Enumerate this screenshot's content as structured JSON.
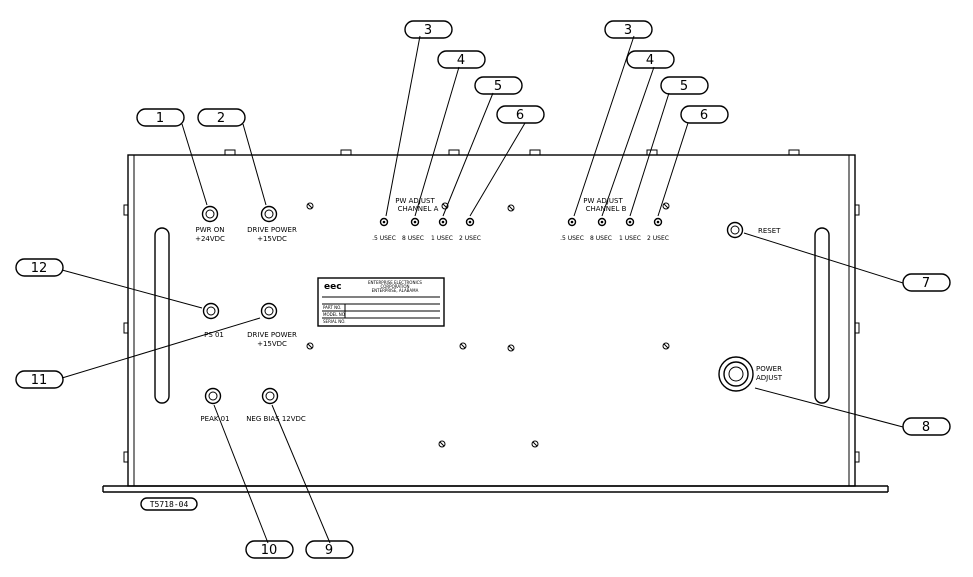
{
  "diagram": {
    "figure_id": "T5718-04",
    "connector_labels": {
      "pwr_on": [
        "PWR ON",
        "+24VDC"
      ],
      "drive_power_top": [
        "DRIVE POWER",
        "+15VDC"
      ],
      "ps_01": "PS 01",
      "drive_power_mid": [
        "DRIVE POWER",
        "+15VDC"
      ],
      "peak_01": "PEAK 01",
      "neg_bias": "NEG BIAS 12VDC",
      "reset": "RESET",
      "power_adjust": [
        "POWER",
        "ADJUST"
      ]
    },
    "channel_a": {
      "title": [
        "PW ADJUST",
        "CHANNEL A"
      ],
      "pots": [
        ".5 USEC",
        "8 USEC",
        "1 USEC",
        "2 USEC"
      ]
    },
    "channel_b": {
      "title": [
        "PW ADJUST",
        "CHANNEL B"
      ],
      "pots": [
        ".5 USEC",
        "8 USEC",
        "1 USEC",
        "2 USEC"
      ]
    },
    "nameplate": {
      "logo": "eec",
      "company": [
        "ENTERPRISE ELECTRONICS",
        "CORPORATION",
        "ENTERPRISE, ALABAMA"
      ],
      "fields": [
        "PART NO.",
        "MODEL NO.",
        "SERIAL NO."
      ]
    },
    "callouts": [
      "1",
      "2",
      "3",
      "4",
      "5",
      "6",
      "3",
      "4",
      "5",
      "6",
      "7",
      "8",
      "9",
      "10",
      "11",
      "12"
    ]
  }
}
